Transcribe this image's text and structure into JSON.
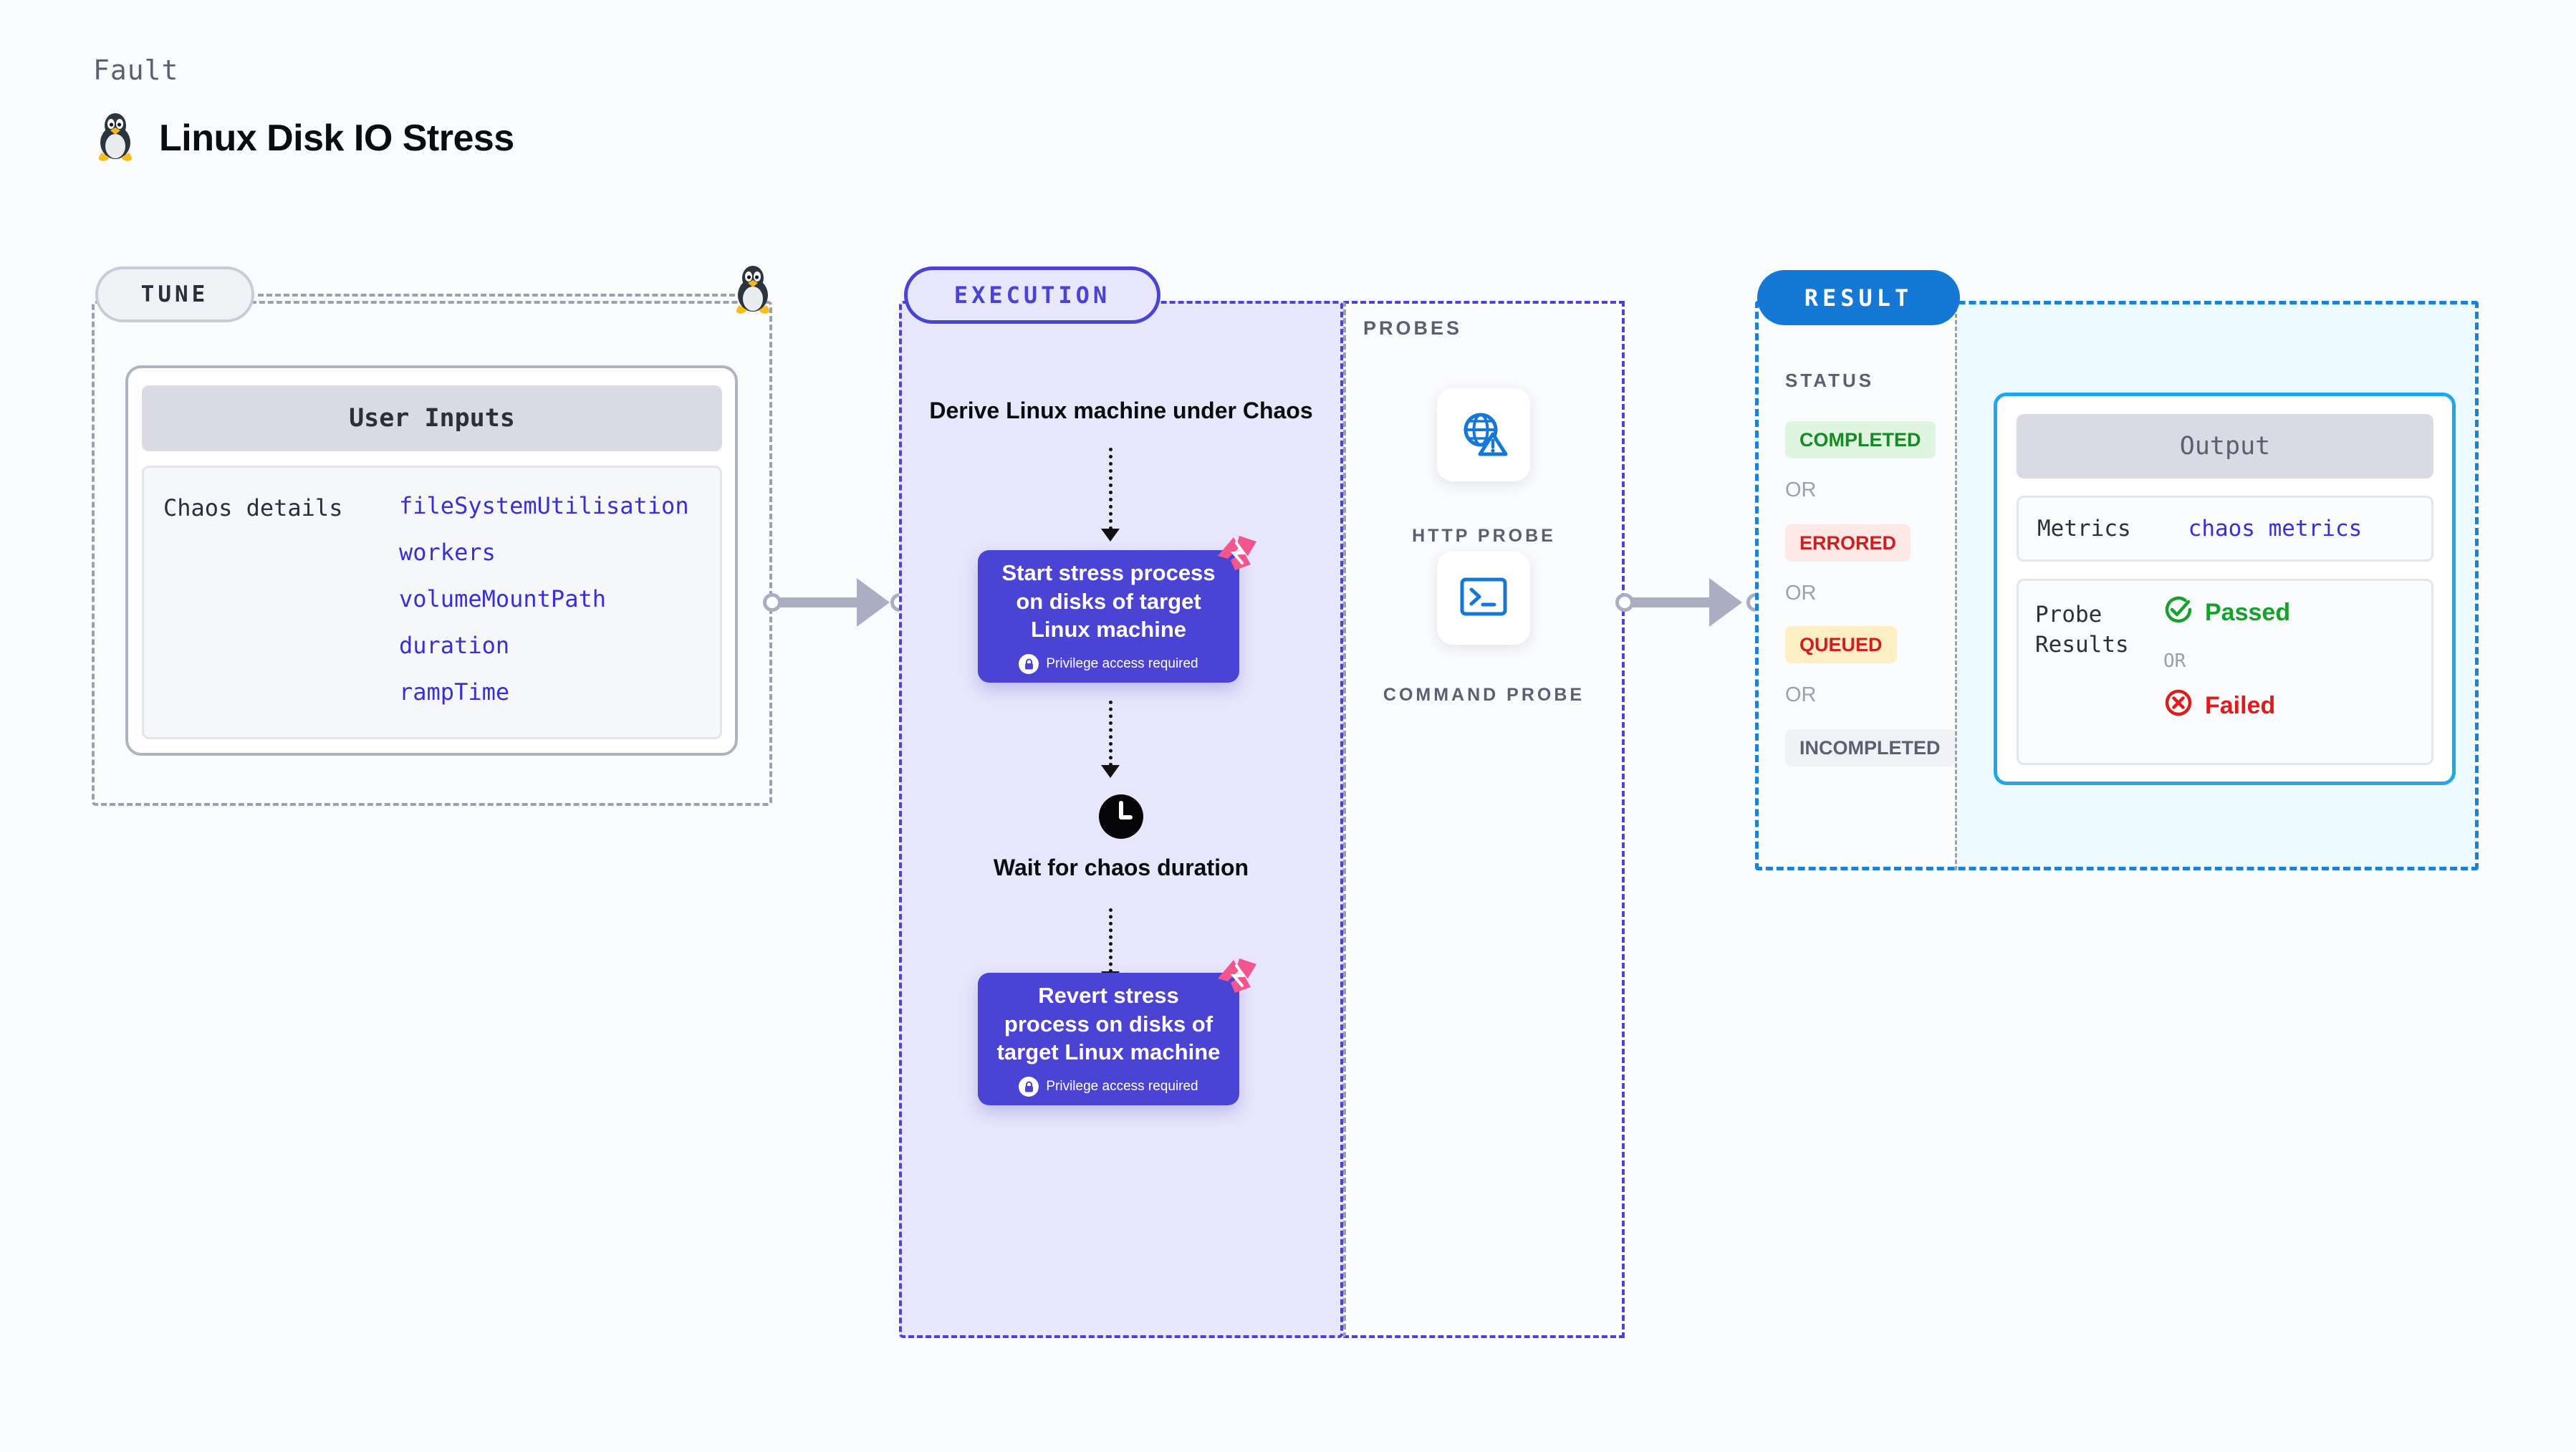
{
  "header": {
    "eyebrow": "Fault",
    "title": "Linux Disk IO Stress",
    "icon": "linux-tux-icon"
  },
  "tune": {
    "pill_label": "TUNE",
    "card_title": "User Inputs",
    "inputs_label": "Chaos details",
    "inputs": [
      "fileSystemUtilisation",
      "workers",
      "volumeMountPath",
      "duration",
      "rampTime"
    ],
    "corner_icon": "linux-tux-icon"
  },
  "execution": {
    "pill_label": "EXECUTION",
    "step_derive": "Derive Linux machine under Chaos",
    "step_start": "Start stress process on disks of target Linux machine",
    "step_start_note": "Privilege access required",
    "step_wait": "Wait for chaos duration",
    "step_revert": "Revert stress process on disks of target Linux machine",
    "step_revert_note": "Privilege access required",
    "clock_icon": "clock-icon",
    "badge_icon": "litmus-logo-icon",
    "lock_icon": "lock-icon"
  },
  "probes": {
    "label": "PROBES",
    "items": [
      {
        "label": "HTTP PROBE",
        "icon": "globe-warning-icon"
      },
      {
        "label": "COMMAND PROBE",
        "icon": "terminal-icon"
      }
    ]
  },
  "result": {
    "pill_label": "RESULT",
    "status_label": "STATUS",
    "or_label": "OR",
    "statuses": [
      {
        "text": "COMPLETED",
        "fg": "#168a23",
        "bg": "#dff5e0"
      },
      {
        "text": "ERRORED",
        "fg": "#cf2020",
        "bg": "#fde8e6"
      },
      {
        "text": "QUEUED",
        "fg": "#cf2020",
        "bg": "#fdeec4"
      },
      {
        "text": "INCOMPLETED",
        "fg": "#5a6072",
        "bg": "#f1f2f6"
      }
    ],
    "output": {
      "title": "Output",
      "metrics_key": "Metrics",
      "metrics_value": "chaos metrics",
      "probe_results_key": "Probe Results",
      "passed": "Passed",
      "failed": "Failed",
      "or_label": "OR",
      "passed_icon": "check-circle-icon",
      "failed_icon": "x-circle-icon"
    }
  },
  "colors": {
    "accent_purple": "#4b43d4",
    "accent_blue": "#1578d4",
    "accent_pink": "#f5558d",
    "probe_blue": "#1578d4",
    "pass_green": "#16a02c",
    "fail_red": "#e01b1b",
    "muted": "#9aa0ae"
  }
}
